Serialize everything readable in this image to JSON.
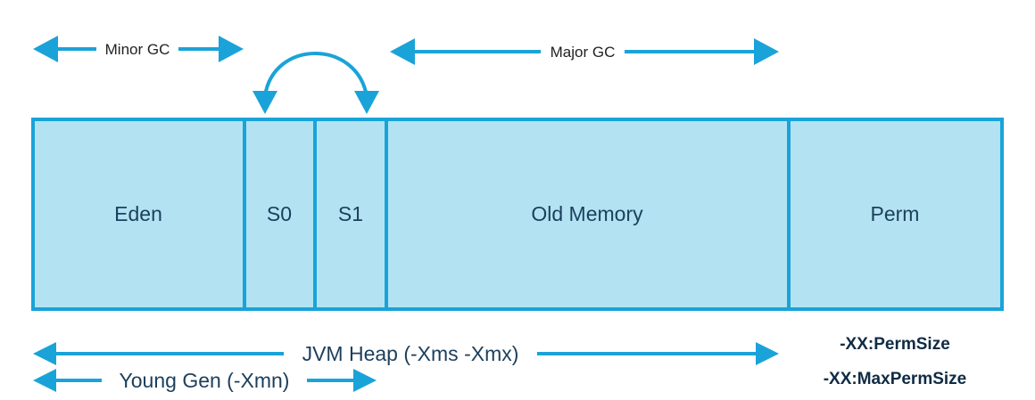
{
  "colors": {
    "accent": "#1aa3d8",
    "segment_fill": "#b3e3f3",
    "segment_text": "#1c3f5c",
    "flag_text": "#0f2b44"
  },
  "gc": {
    "minor": "Minor GC",
    "major": "Major GC"
  },
  "segments": {
    "eden": "Eden",
    "s0": "S0",
    "s1": "S1",
    "old": "Old Memory",
    "perm": "Perm"
  },
  "ranges": {
    "heap": "JVM Heap (-Xms -Xmx)",
    "young": "Young Gen (-Xmn)"
  },
  "flags": {
    "perm_size": "-XX:PermSize",
    "max_perm_size": "-XX:MaxPermSize"
  }
}
